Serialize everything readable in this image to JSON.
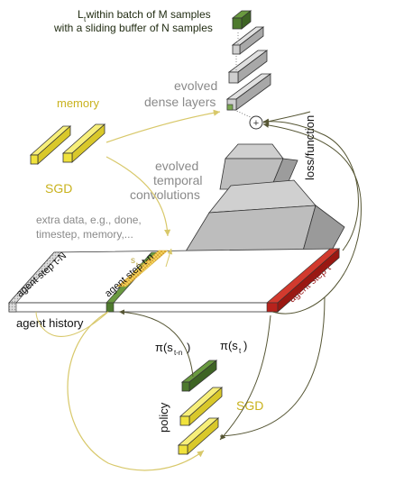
{
  "header": {
    "line1": "L within batch of  M samples",
    "line1_sub": "t",
    "line2": "with a sliding buffer of N samples"
  },
  "dense": {
    "label1": "evolved",
    "label2": "dense layers"
  },
  "temporal": {
    "label1": "evolved",
    "label2": "temporal",
    "label3": "convolutions"
  },
  "memory": {
    "label": "memory",
    "sgd_label": "SGD"
  },
  "extra": {
    "line1": "extra data, e.g., done,",
    "line2": "timestep, memory,..."
  },
  "loss": {
    "label": "loss/function",
    "plus_symbol": "⊕"
  },
  "history": {
    "label": "agent history",
    "step_tN": "agent step t-N",
    "step_tn": "agent step t-n",
    "step_t": "agent step t",
    "s_label": "s",
    "s_sub": "t-n"
  },
  "policy": {
    "label": "policy",
    "sgd_label": "SGD",
    "pi_left": "π(s",
    "pi_left_sub": "t-n",
    "pi_right": "π(s",
    "pi_right_sub": "t",
    "close_paren": ")"
  },
  "colors": {
    "dark_green": "#4e7a2e",
    "yellow": "#f0e23c",
    "gray_block": "#c9c9c9",
    "red": "#b8221c",
    "arrow_gold": "#d8cc7a",
    "arrow_dark": "#5a5a3a"
  }
}
